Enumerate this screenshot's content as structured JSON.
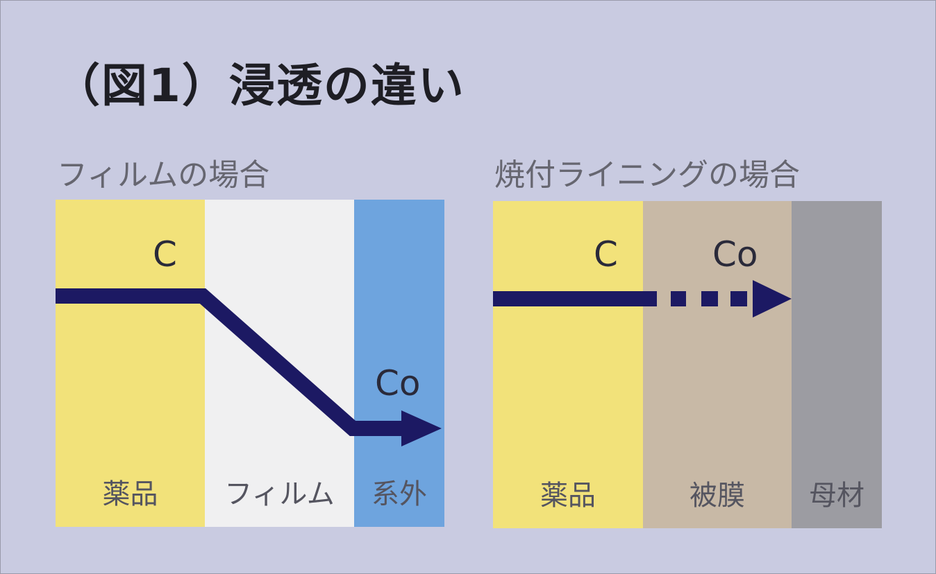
{
  "title": "（図1）浸透の違い",
  "panels": {
    "film": {
      "label": "フィルムの場合",
      "letter_c": "C",
      "letter_co": "Co",
      "layers": [
        {
          "label": "薬品",
          "color": "#f2e27a"
        },
        {
          "label": "フィルム",
          "color": "#f0f0f1"
        },
        {
          "label": "系外",
          "color": "#6ea4de"
        }
      ]
    },
    "lining": {
      "label": "焼付ライニングの場合",
      "letter_c": "C",
      "letter_co": "Co",
      "layers": [
        {
          "label": "薬品",
          "color": "#f2e27a"
        },
        {
          "label": "被膜",
          "color": "#c8b9a6"
        },
        {
          "label": "母材",
          "color": "#9c9ca2"
        }
      ]
    }
  },
  "colors": {
    "arrow": "#1c1963"
  }
}
